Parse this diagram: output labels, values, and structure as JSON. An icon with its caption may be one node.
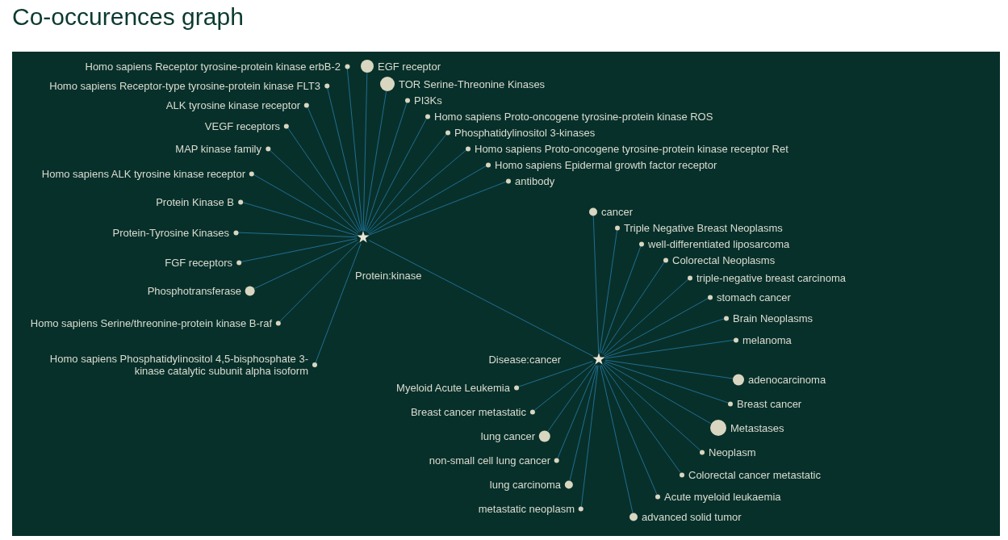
{
  "diagram": {
    "title": "Co-occurences graph",
    "nodes": [
      {
        "text": [
          "Protein:kinase"
        ]
      },
      {
        "text": [
          "EGF receptor"
        ]
      },
      {
        "text": [
          "TOR Serine-Threonine Kinases"
        ]
      },
      {
        "text": [
          "PI3Ks"
        ]
      },
      {
        "text": [
          "Homo sapiens Proto-oncogene tyrosine-protein kinase ROS"
        ]
      },
      {
        "text": [
          "Phosphatidylinositol 3-kinases"
        ]
      },
      {
        "text": [
          "Homo sapiens Proto-oncogene tyrosine-protein kinase receptor Ret"
        ]
      },
      {
        "text": [
          "Homo sapiens Epidermal growth factor receptor"
        ]
      },
      {
        "text": [
          "antibody"
        ]
      },
      {
        "text": [
          "Homo sapiens Receptor tyrosine-protein kinase erbB-2"
        ]
      },
      {
        "text": [
          "Homo sapiens Receptor-type tyrosine-protein kinase FLT3"
        ]
      },
      {
        "text": [
          "ALK tyrosine kinase receptor"
        ]
      },
      {
        "text": [
          "VEGF receptors"
        ]
      },
      {
        "text": [
          "MAP kinase family"
        ]
      },
      {
        "text": [
          "Homo sapiens ALK tyrosine kinase receptor"
        ]
      },
      {
        "text": [
          "Protein Kinase B"
        ]
      },
      {
        "text": [
          "Protein-Tyrosine Kinases"
        ]
      },
      {
        "text": [
          "FGF receptors"
        ]
      },
      {
        "text": [
          "Phosphotransferase"
        ]
      },
      {
        "text": [
          "Homo sapiens Serine/threonine-protein kinase B-raf"
        ]
      },
      {
        "text": [
          "Homo sapiens Phosphatidylinositol 4,5-bisphosphate 3-kinase catalytic subunit alpha isoform"
        ]
      },
      {
        "text": [
          "Disease:cancer"
        ]
      },
      {
        "text": [
          "cancer"
        ]
      },
      {
        "text": [
          "Triple Negative Breast Neoplasms"
        ]
      },
      {
        "text": [
          "well-differentiated liposarcoma"
        ]
      },
      {
        "text": [
          "Colorectal Neoplasms"
        ]
      },
      {
        "text": [
          "triple-negative breast carcinoma"
        ]
      },
      {
        "text": [
          "stomach cancer"
        ]
      },
      {
        "text": [
          "Brain Neoplasms"
        ]
      },
      {
        "text": [
          "melanoma"
        ]
      },
      {
        "text": [
          "adenocarcinoma"
        ]
      },
      {
        "text": [
          "Breast cancer"
        ]
      },
      {
        "text": [
          "Metastases"
        ]
      },
      {
        "text": [
          "Neoplasm"
        ]
      },
      {
        "text": [
          "Colorectal cancer metastatic"
        ]
      },
      {
        "text": [
          "Acute myeloid leukaemia"
        ]
      },
      {
        "text": [
          "advanced solid tumor"
        ]
      },
      {
        "text": [
          "Myeloid Acute Leukemia"
        ]
      },
      {
        "text": [
          "Breast cancer metastatic"
        ]
      },
      {
        "text": [
          "lung cancer"
        ]
      },
      {
        "text": [
          "non-small cell lung cancer"
        ]
      },
      {
        "text": [
          "lung carcinoma"
        ]
      },
      {
        "text": [
          "metastatic neoplasm"
        ]
      }
    ],
    "edges": [
      {
        "from": 0,
        "to": 1,
        "arrow": "none"
      },
      {
        "from": 0,
        "to": 2,
        "arrow": "none"
      },
      {
        "from": 0,
        "to": 3,
        "arrow": "none"
      },
      {
        "from": 0,
        "to": 4,
        "arrow": "none"
      },
      {
        "from": 0,
        "to": 5,
        "arrow": "none"
      },
      {
        "from": 0,
        "to": 6,
        "arrow": "none"
      },
      {
        "from": 0,
        "to": 7,
        "arrow": "none"
      },
      {
        "from": 0,
        "to": 8,
        "arrow": "none"
      },
      {
        "from": 0,
        "to": 9,
        "arrow": "none"
      },
      {
        "from": 0,
        "to": 10,
        "arrow": "none"
      },
      {
        "from": 0,
        "to": 11,
        "arrow": "none"
      },
      {
        "from": 0,
        "to": 12,
        "arrow": "none"
      },
      {
        "from": 0,
        "to": 13,
        "arrow": "none"
      },
      {
        "from": 0,
        "to": 14,
        "arrow": "none"
      },
      {
        "from": 0,
        "to": 15,
        "arrow": "none"
      },
      {
        "from": 0,
        "to": 16,
        "arrow": "none"
      },
      {
        "from": 0,
        "to": 17,
        "arrow": "none"
      },
      {
        "from": 0,
        "to": 18,
        "arrow": "none"
      },
      {
        "from": 0,
        "to": 19,
        "arrow": "none"
      },
      {
        "from": 0,
        "to": 20,
        "arrow": "none"
      },
      {
        "from": 0,
        "to": 21,
        "arrow": "none"
      },
      {
        "from": 21,
        "to": 22,
        "arrow": "none"
      },
      {
        "from": 21,
        "to": 23,
        "arrow": "none"
      },
      {
        "from": 21,
        "to": 24,
        "arrow": "none"
      },
      {
        "from": 21,
        "to": 25,
        "arrow": "none"
      },
      {
        "from": 21,
        "to": 26,
        "arrow": "none"
      },
      {
        "from": 21,
        "to": 27,
        "arrow": "none"
      },
      {
        "from": 21,
        "to": 28,
        "arrow": "none"
      },
      {
        "from": 21,
        "to": 29,
        "arrow": "none"
      },
      {
        "from": 21,
        "to": 30,
        "arrow": "none"
      },
      {
        "from": 21,
        "to": 31,
        "arrow": "none"
      },
      {
        "from": 21,
        "to": 32,
        "arrow": "none"
      },
      {
        "from": 21,
        "to": 33,
        "arrow": "none"
      },
      {
        "from": 21,
        "to": 34,
        "arrow": "none"
      },
      {
        "from": 21,
        "to": 35,
        "arrow": "none"
      },
      {
        "from": 21,
        "to": 36,
        "arrow": "none"
      },
      {
        "from": 21,
        "to": 37,
        "arrow": "none"
      },
      {
        "from": 21,
        "to": 38,
        "arrow": "none"
      },
      {
        "from": 21,
        "to": 39,
        "arrow": "none"
      },
      {
        "from": 21,
        "to": 40,
        "arrow": "none"
      },
      {
        "from": 21,
        "to": 41,
        "arrow": "none"
      },
      {
        "from": 21,
        "to": 42,
        "arrow": "none"
      }
    ]
  }
}
